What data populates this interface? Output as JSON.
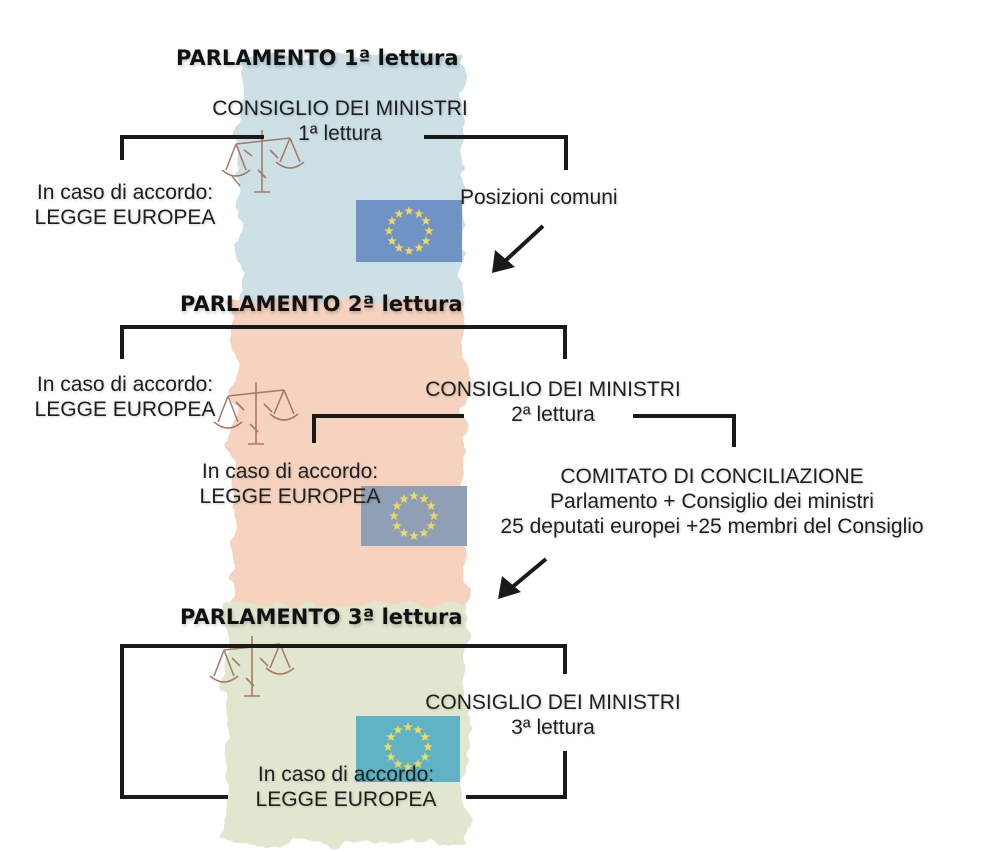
{
  "colors": {
    "stage1_bg": "#c9dde4",
    "stage2_bg": "#f4cfb8",
    "stage3_bg": "#dfe6cc",
    "eu_flag": "#6f93c4",
    "eu_star": "#f2d95a",
    "line": "#1a1a1a"
  },
  "icons": [
    "eu-flag-icon",
    "scales-of-justice-icon",
    "arrow-down-left-icon"
  ],
  "stage1": {
    "title": "PARLAMENTO 1ª lettura",
    "council_line1": "CONSIGLIO DEI MINISTRI",
    "council_line2": "1ª lettura",
    "agreement_line1": "In caso di accordo:",
    "agreement_line2": "LEGGE EUROPEA",
    "common_positions": "Posizioni comuni"
  },
  "stage2": {
    "title": "PARLAMENTO 2ª lettura",
    "agreement_line1": "In caso di accordo:",
    "agreement_line2": "LEGGE EUROPEA",
    "council_line1": "CONSIGLIO DEI MINISTRI",
    "council_line2": "2ª lettura",
    "council_agreement_line1": "In caso di accordo:",
    "council_agreement_line2": "LEGGE EUROPEA",
    "committee_line1": "COMITATO DI CONCILIAZIONE",
    "committee_line2": "Parlamento + Consiglio dei ministri",
    "committee_line3": "25 deputati europei +25 membri del Consiglio"
  },
  "stage3": {
    "title": "PARLAMENTO 3ª lettura",
    "council_line1": "CONSIGLIO DEI MINISTRI",
    "council_line2": "3ª lettura",
    "agreement_line1": "In caso di accordo:",
    "agreement_line2": "LEGGE EUROPEA"
  }
}
